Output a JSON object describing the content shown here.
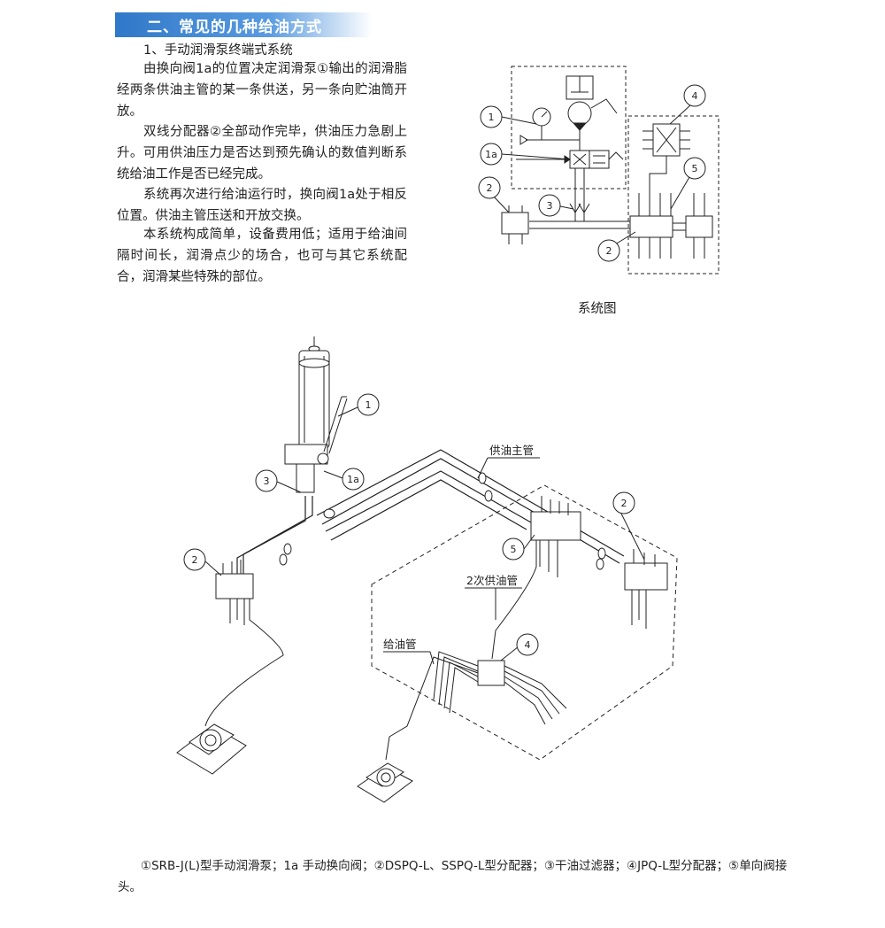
{
  "section_title": "二、常见的几种给油方式",
  "subheading": "1、手动润滑泵终端式系统",
  "paragraphs": [
    "由换向阀1a的位置决定润滑泵①输出的润滑脂经两条供油主管的某一条供送，另一条向贮油筒开放。",
    "双线分配器②全部动作完毕，供油压力急剧上升。可用供油压力是否达到预先确认的数值判断系统给油工作是否已经完成。",
    "系统再次进行给油运行时，换向阀1a处于相反位置。供油主管压送和开放交换。",
    "本系统构成简单，设备费用低；适用于给油间隔时间长，润滑点少的场合，也可与其它系统配合，润滑某些特殊的部位。"
  ],
  "schematic": {
    "caption": "系统图",
    "callouts": {
      "c1": "1",
      "c1a": "1a",
      "c2a": "2",
      "c3": "3",
      "c2b": "2",
      "c4": "4",
      "c5": "5"
    }
  },
  "isometric": {
    "callouts": {
      "c1": "1",
      "c1a": "1a",
      "c3": "3",
      "c2a": "2",
      "c2b": "2",
      "c5": "5",
      "c4": "4"
    },
    "labels": {
      "main_pipe": "供油主管",
      "secondary_pipe": "2次供油管",
      "feed_pipe": "给油管"
    }
  },
  "legend": "①SRB-J(L)型手动润滑泵；1a 手动换向阀；②DSPQ-L、SSPQ-L型分配器；③干油过滤器；④JPQ-L型分配器；⑤单向阀接头。"
}
